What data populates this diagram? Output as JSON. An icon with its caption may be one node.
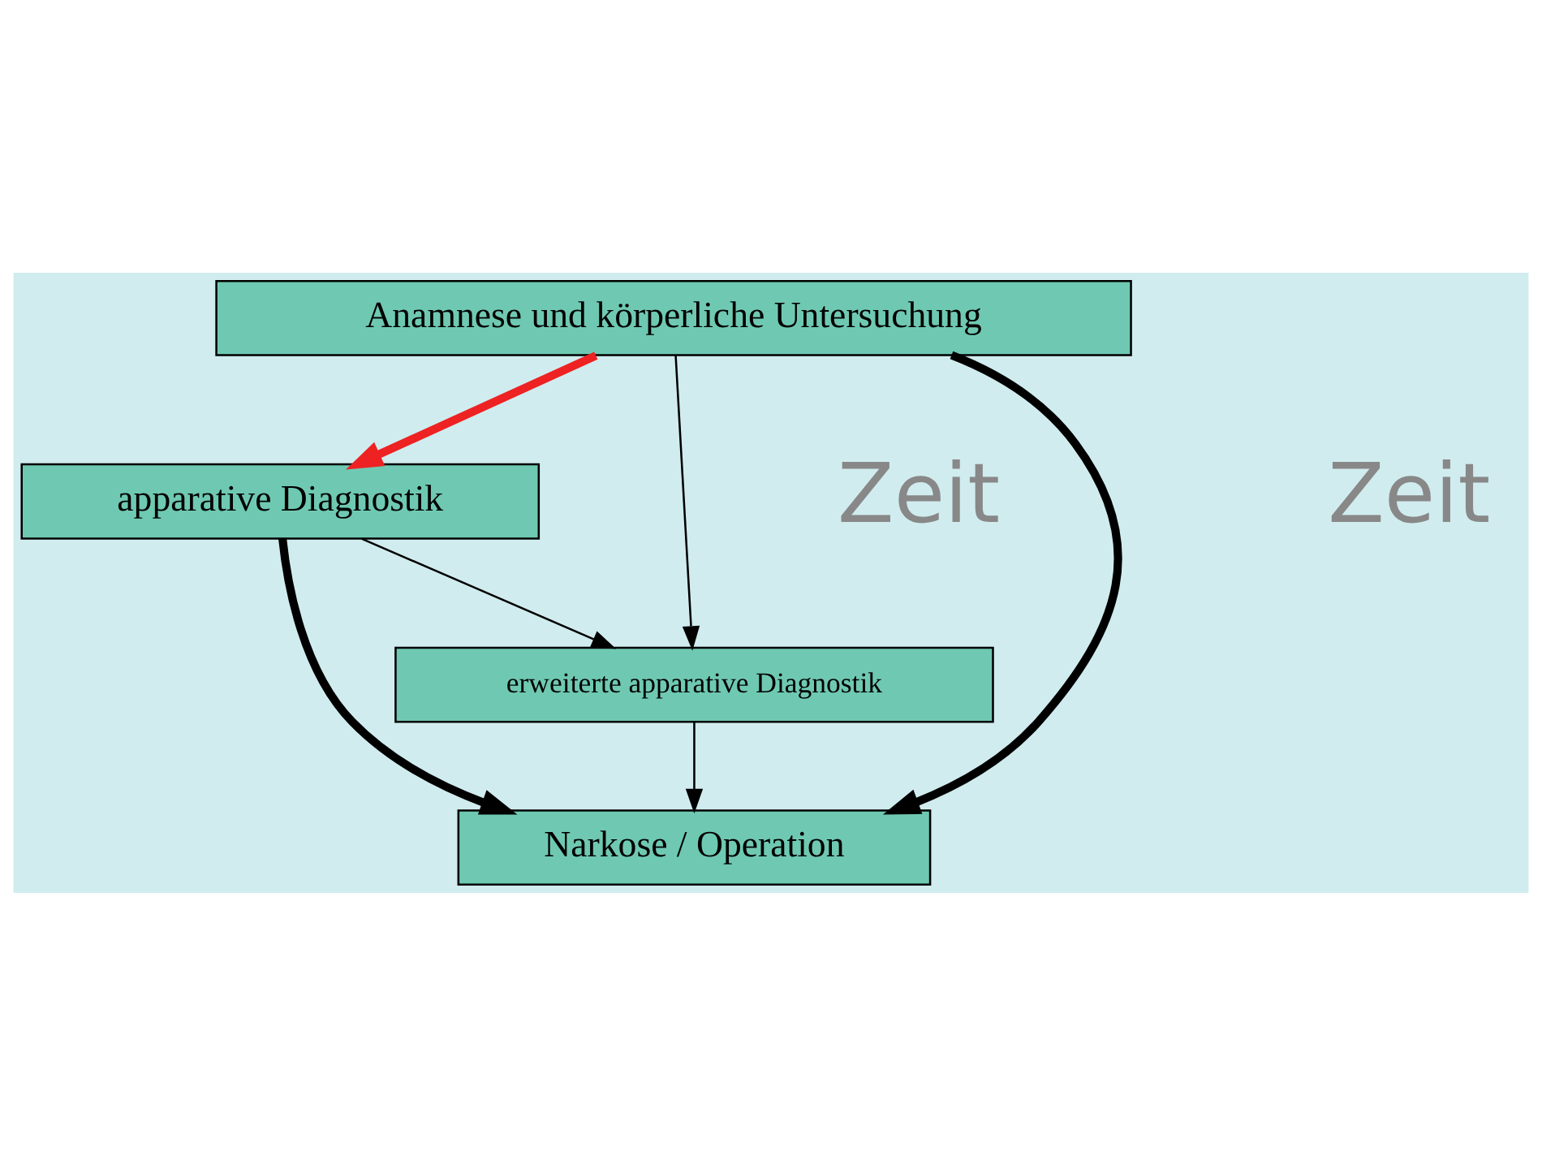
{
  "diagram": {
    "nodes": [
      {
        "text": [
          "Anamnese und körperliche Untersuchung"
        ]
      },
      {
        "text": [
          "apparative Diagnostik"
        ]
      },
      {
        "text": [
          "erweiterte apparative Diagnostik"
        ]
      },
      {
        "text": [
          "Narkose / Operation"
        ]
      }
    ],
    "edges": [
      {
        "from": 0,
        "to": 1,
        "arrow": "to",
        "style": "thick",
        "color": "#ee2222"
      },
      {
        "from": 1,
        "to": 2,
        "arrow": "to"
      },
      {
        "from": 0,
        "to": 2,
        "arrow": "to"
      },
      {
        "from": 0,
        "to": 3,
        "arrow": "to",
        "style": "thick"
      },
      {
        "from": 1,
        "to": 3,
        "arrow": "to",
        "style": "thick"
      },
      {
        "from": 2,
        "to": 3,
        "arrow": "to"
      }
    ],
    "labels": [
      "Zeit",
      "Zeit"
    ]
  }
}
